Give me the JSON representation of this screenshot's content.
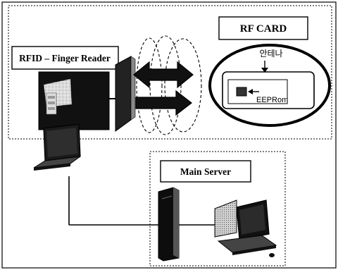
{
  "diagram": {
    "rf_card_label": "RF CARD",
    "reader_label": "RFID – Finger Reader",
    "antenna_label": "안테나",
    "eeprom_label": "EEPRom",
    "server_label": "Main Server"
  }
}
